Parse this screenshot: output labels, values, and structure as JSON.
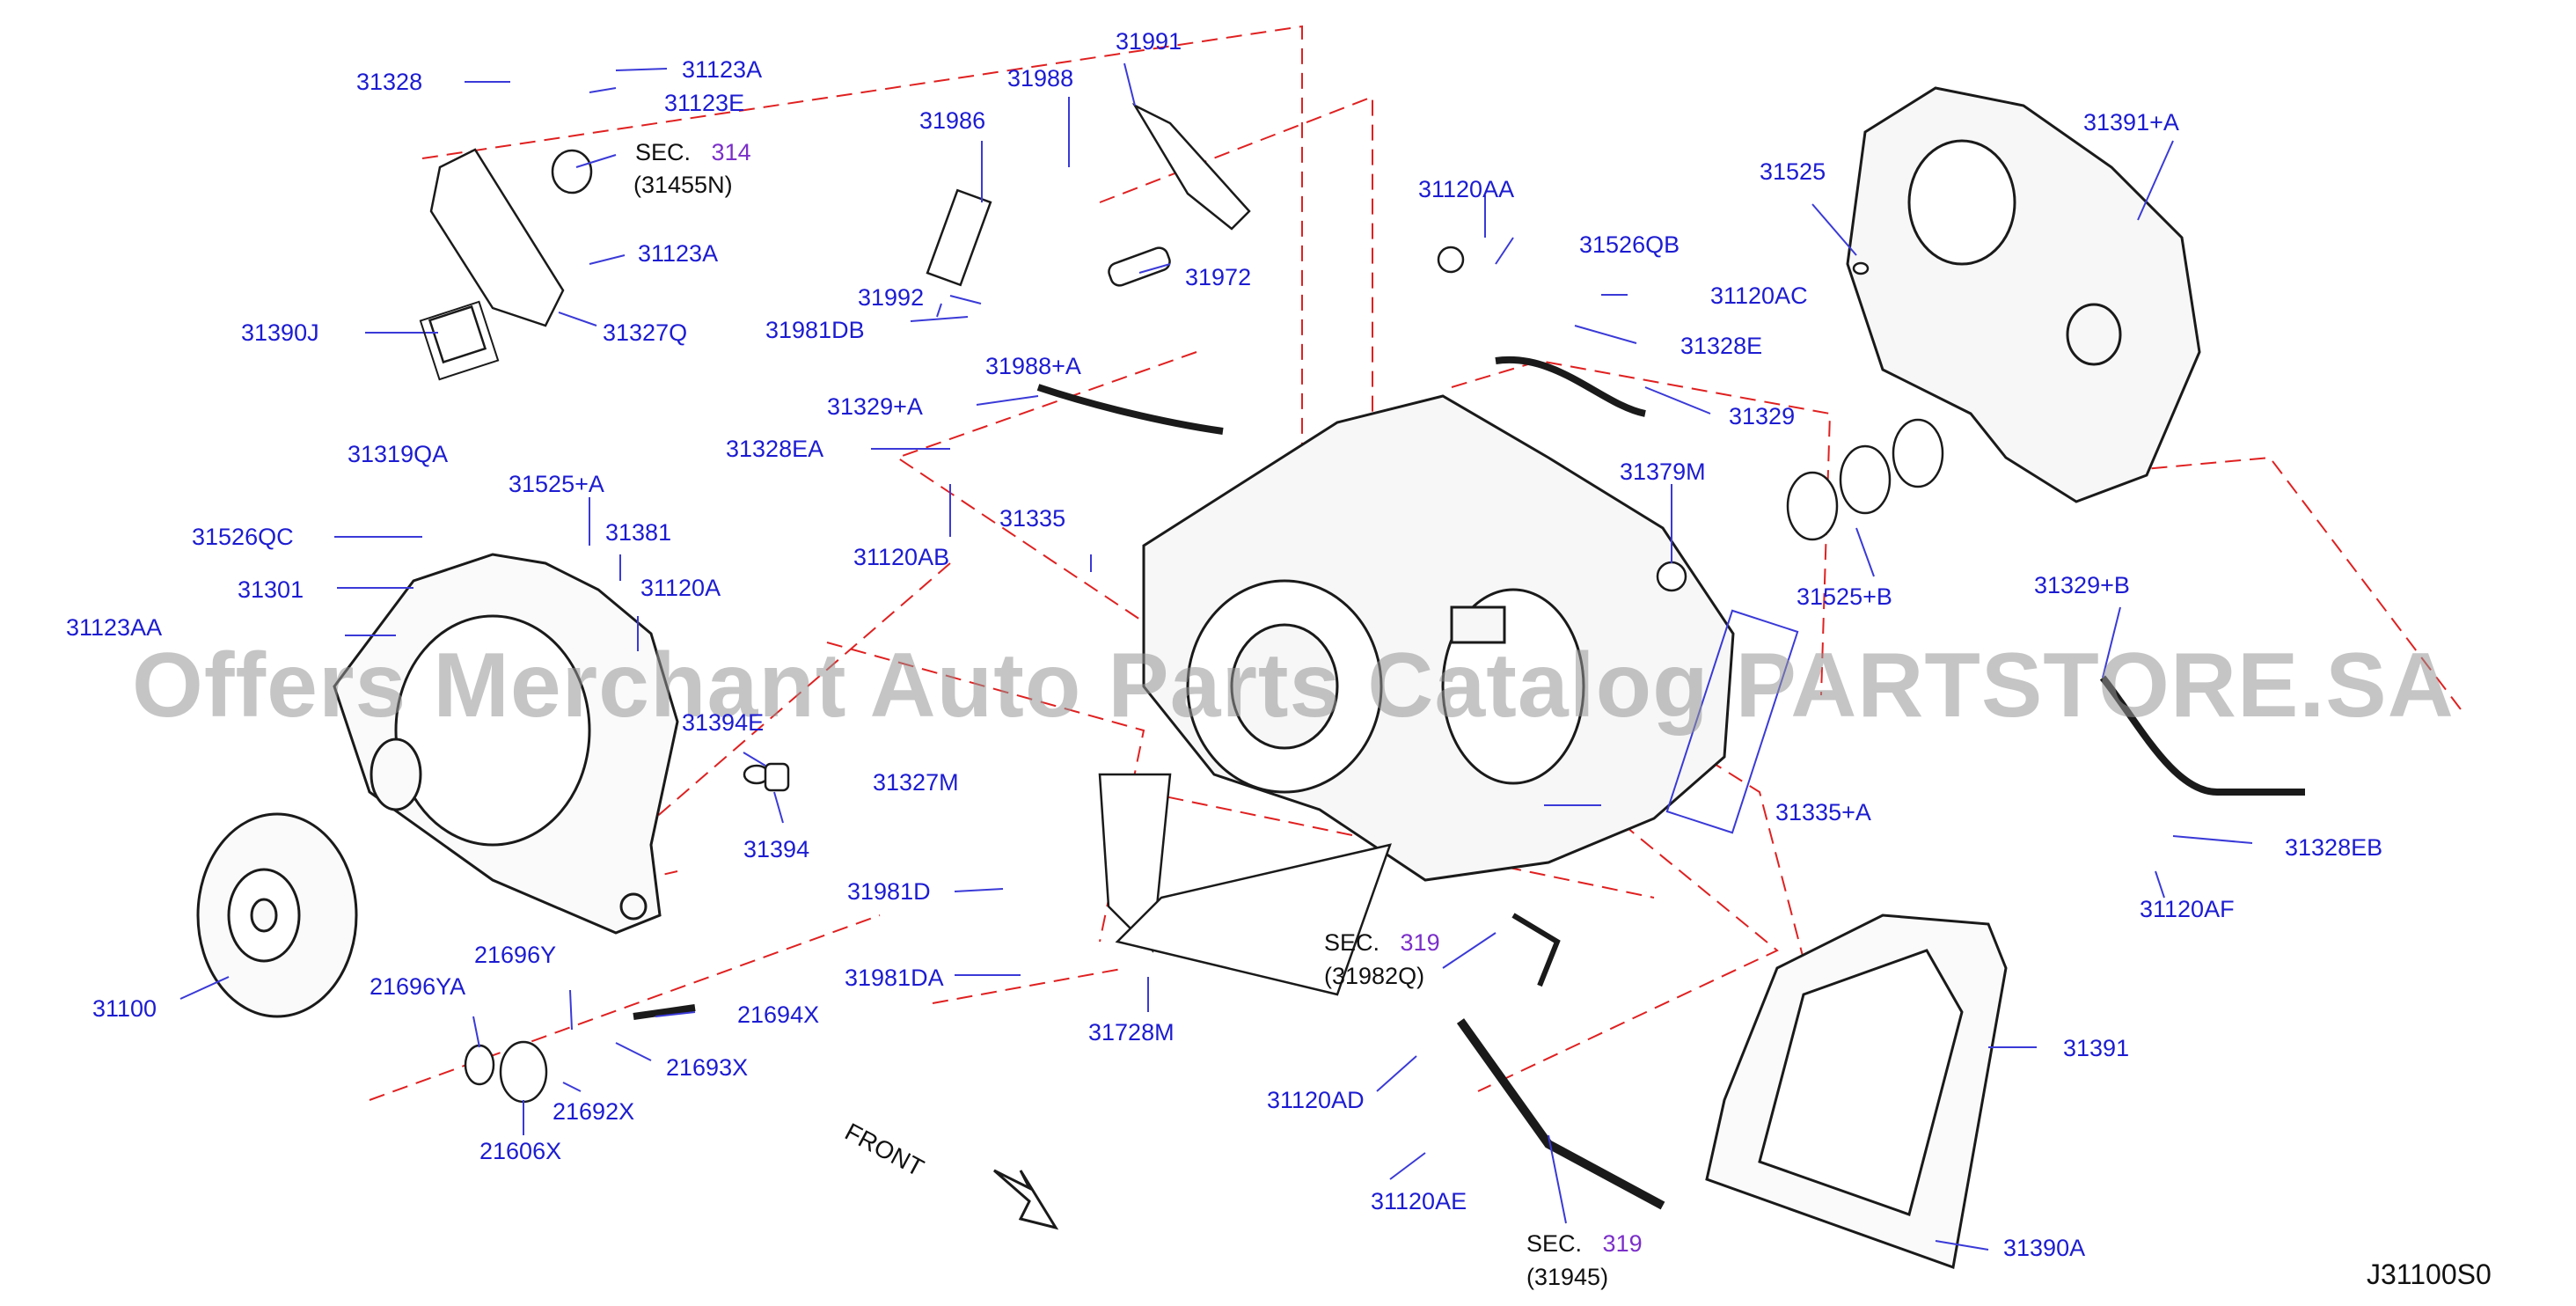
{
  "diagram": {
    "code": "J31100S0",
    "front_label": "FRONT",
    "watermark": "Offers Merchant Auto Parts Catalog PARTSTORE.SA",
    "parts": [
      {
        "id": "p31328",
        "text": "31328"
      },
      {
        "id": "p31123A_1",
        "text": "31123A"
      },
      {
        "id": "p31123E",
        "text": "31123E"
      },
      {
        "id": "p31123A_2",
        "text": "31123A"
      },
      {
        "id": "p31327Q",
        "text": "31327Q"
      },
      {
        "id": "p31390J",
        "text": "31390J"
      },
      {
        "id": "p31986",
        "text": "31986"
      },
      {
        "id": "p31988",
        "text": "31988"
      },
      {
        "id": "p31991",
        "text": "31991"
      },
      {
        "id": "p31992",
        "text": "31992"
      },
      {
        "id": "p31972",
        "text": "31972"
      },
      {
        "id": "p31981DB",
        "text": "31981DB"
      },
      {
        "id": "p31988A",
        "text": "31988+A"
      },
      {
        "id": "p31120AA",
        "text": "31120AA"
      },
      {
        "id": "p31526QB",
        "text": "31526QB"
      },
      {
        "id": "p31120AC",
        "text": "31120AC"
      },
      {
        "id": "p31328E",
        "text": "31328E"
      },
      {
        "id": "p31329",
        "text": "31329"
      },
      {
        "id": "p31525",
        "text": "31525"
      },
      {
        "id": "p31391A",
        "text": "31391+A"
      },
      {
        "id": "p31329A",
        "text": "31329+A"
      },
      {
        "id": "p31328EA",
        "text": "31328EA"
      },
      {
        "id": "p31120AB",
        "text": "31120AB"
      },
      {
        "id": "p31335",
        "text": "31335"
      },
      {
        "id": "p31379M",
        "text": "31379M"
      },
      {
        "id": "p31525B",
        "text": "31525+B"
      },
      {
        "id": "p31329B",
        "text": "31329+B"
      },
      {
        "id": "p31319QA",
        "text": "31319QA"
      },
      {
        "id": "p31525A",
        "text": "31525+A"
      },
      {
        "id": "p31526QC",
        "text": "31526QC"
      },
      {
        "id": "p31381",
        "text": "31381"
      },
      {
        "id": "p31301",
        "text": "31301"
      },
      {
        "id": "p31120A",
        "text": "31120A"
      },
      {
        "id": "p31123AA",
        "text": "31123AA"
      },
      {
        "id": "p31394E",
        "text": "31394E"
      },
      {
        "id": "p31394",
        "text": "31394"
      },
      {
        "id": "p31327M",
        "text": "31327M"
      },
      {
        "id": "p31335A",
        "text": "31335+A"
      },
      {
        "id": "p31328EB",
        "text": "31328EB"
      },
      {
        "id": "p31120AF",
        "text": "31120AF"
      },
      {
        "id": "p31981D",
        "text": "31981D"
      },
      {
        "id": "p31981DA",
        "text": "31981DA"
      },
      {
        "id": "p31728M",
        "text": "31728M"
      },
      {
        "id": "p31100",
        "text": "31100"
      },
      {
        "id": "p21696Y",
        "text": "21696Y"
      },
      {
        "id": "p21696YA",
        "text": "21696YA"
      },
      {
        "id": "p21694X",
        "text": "21694X"
      },
      {
        "id": "p21693X",
        "text": "21693X"
      },
      {
        "id": "p21692X",
        "text": "21692X"
      },
      {
        "id": "p21606X",
        "text": "21606X"
      },
      {
        "id": "p31391",
        "text": "31391"
      },
      {
        "id": "p31120AD",
        "text": "31120AD"
      },
      {
        "id": "p31120AE",
        "text": "31120AE"
      },
      {
        "id": "p31390A",
        "text": "31390A"
      }
    ],
    "sections": [
      {
        "id": "s314",
        "prefix": "SEC.",
        "num": "314",
        "sub": "(31455N)"
      },
      {
        "id": "s319a",
        "prefix": "SEC.",
        "num": "319",
        "sub": "(31982Q)"
      },
      {
        "id": "s319b",
        "prefix": "SEC.",
        "num": "319",
        "sub": "(31945)"
      }
    ]
  },
  "colors": {
    "label": "#1c1cd2",
    "section_number": "#7b2fc9",
    "leader": "#3a3ad8",
    "dash": "#e02020",
    "drawing": "#1a1a1a"
  }
}
